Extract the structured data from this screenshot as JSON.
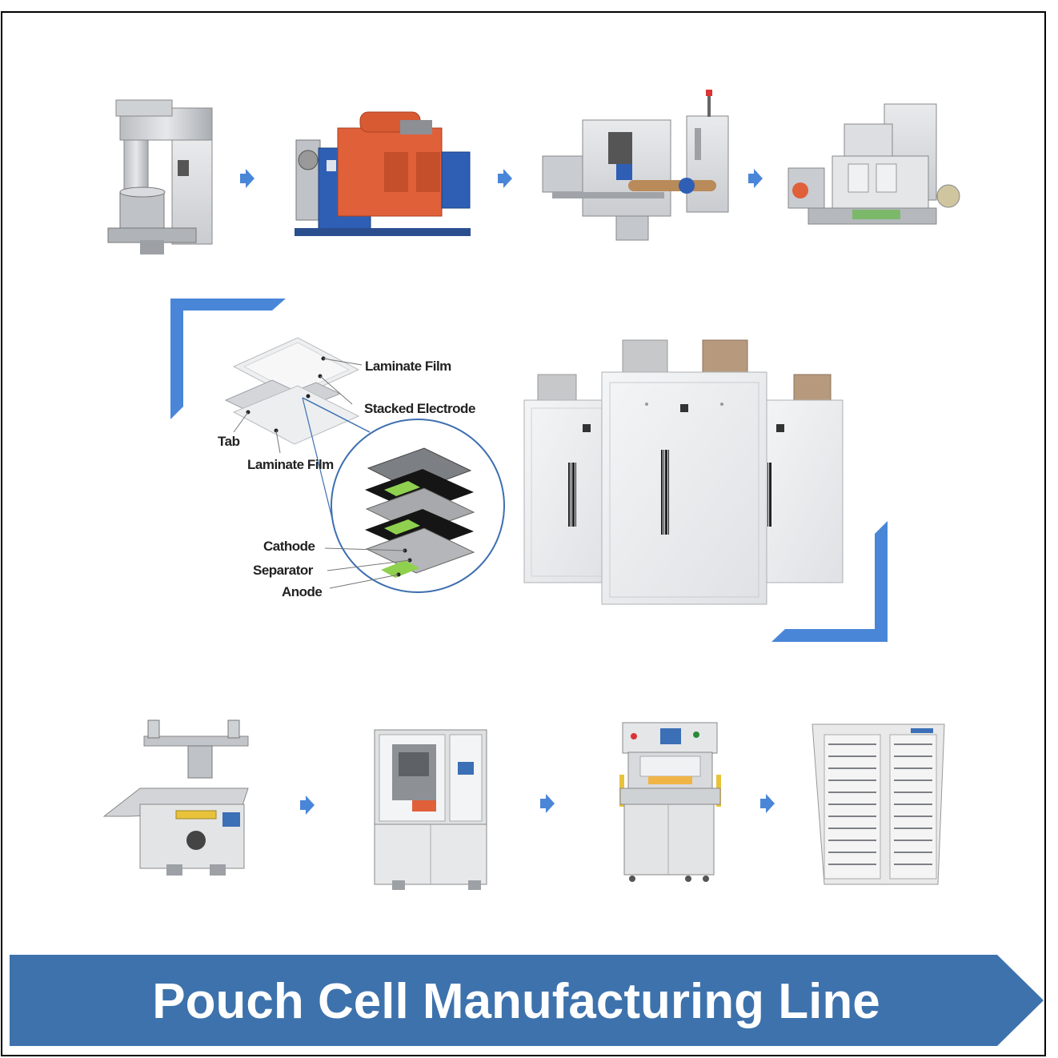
{
  "title": "Pouch Cell Manufacturing Line",
  "colors": {
    "accent_blue": "#4a86d8",
    "banner_blue": "#3d72ad",
    "machine_gray": "#d4d6d8",
    "machine_orange": "#e0603a",
    "machine_blue": "#2e5fb5",
    "electrode_green": "#8fd14f"
  },
  "diagram": {
    "labels": {
      "laminate_film_top": "Laminate Film",
      "stacked_electrode": "Stacked Electrode",
      "tab": "Tab",
      "laminate_film_bottom": "Laminate Film",
      "cathode": "Cathode",
      "separator": "Separator",
      "anode": "Anode"
    }
  },
  "machines_top": [
    "mixer-machine",
    "coating-machine",
    "roll-press-machine",
    "slitting-machine"
  ],
  "machines_bottom": [
    "die-cutting-machine",
    "stacking-machine",
    "hot-press-machine",
    "formation-cabinet"
  ]
}
